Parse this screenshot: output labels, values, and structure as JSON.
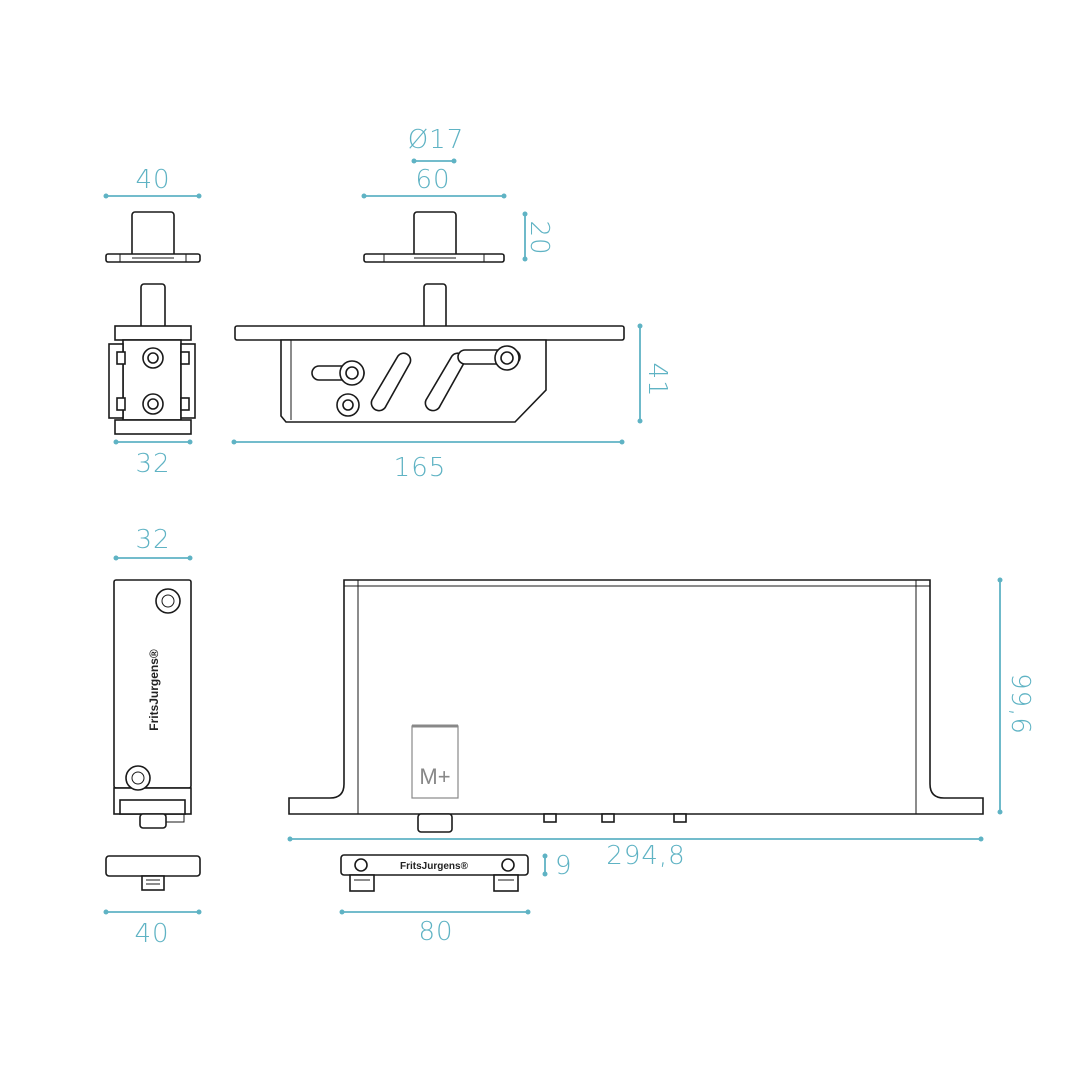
{
  "colors": {
    "dimension": "#5fb3c4",
    "outline": "#1a1a1a",
    "background": "#ffffff"
  },
  "dimensions": {
    "strike_plate_front_width": "40",
    "strike_plate_diameter": "Ø17",
    "strike_plate_side_width": "60",
    "strike_plate_height": "20",
    "lock_side_width": "32",
    "lock_length": "165",
    "lock_height": "41",
    "body_front_width": "32",
    "body_length": "294,8",
    "body_height": "99,6",
    "base_front_width": "40",
    "base_length": "80",
    "base_height": "9"
  },
  "branding": {
    "brand_vertical": "FritsJurgens®",
    "brand_base": "FritsJurgens®",
    "logo_mark": "M+"
  }
}
